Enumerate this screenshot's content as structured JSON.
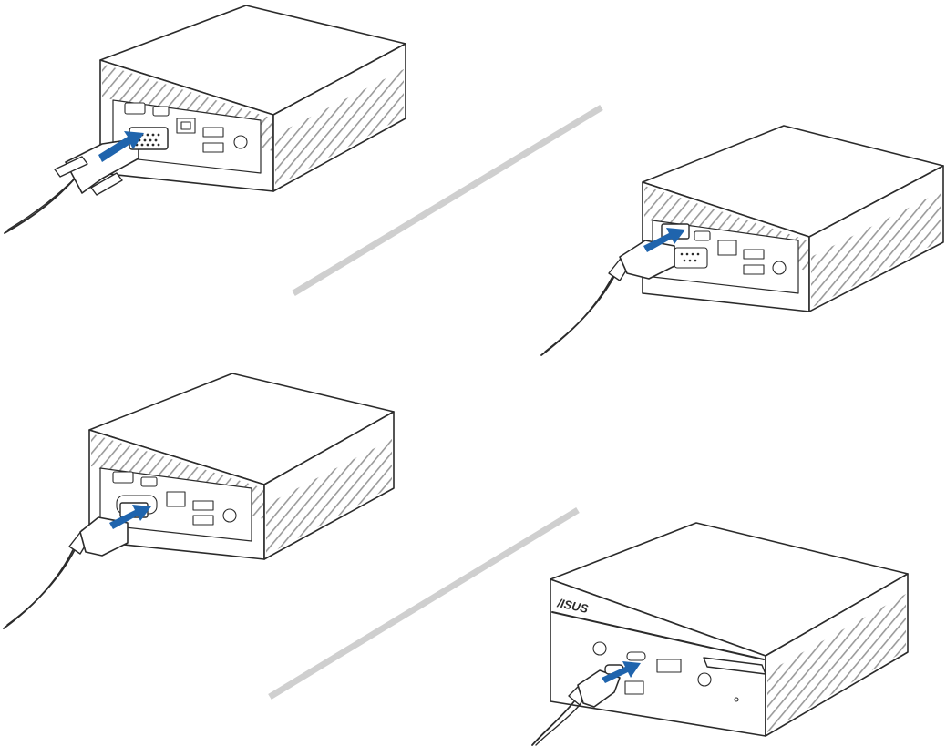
{
  "brand": {
    "logo_text": "/ISUS"
  },
  "colors": {
    "arrow": "#1f64ad",
    "outline": "#2b2b2b",
    "divider": "#cfcfcf",
    "hatch": "#9a9a9a",
    "body": "#ffffff"
  },
  "panels": [
    {
      "id": "vga-connection",
      "cable": "vga",
      "port": "vga"
    },
    {
      "id": "hdmi-connection",
      "cable": "hdmi",
      "port": "hdmi"
    },
    {
      "id": "displayport-connection",
      "cable": "displayport",
      "port": "displayport"
    },
    {
      "id": "usb-c-front-connection",
      "cable": "usb-c",
      "port": "usb-c-front"
    }
  ]
}
